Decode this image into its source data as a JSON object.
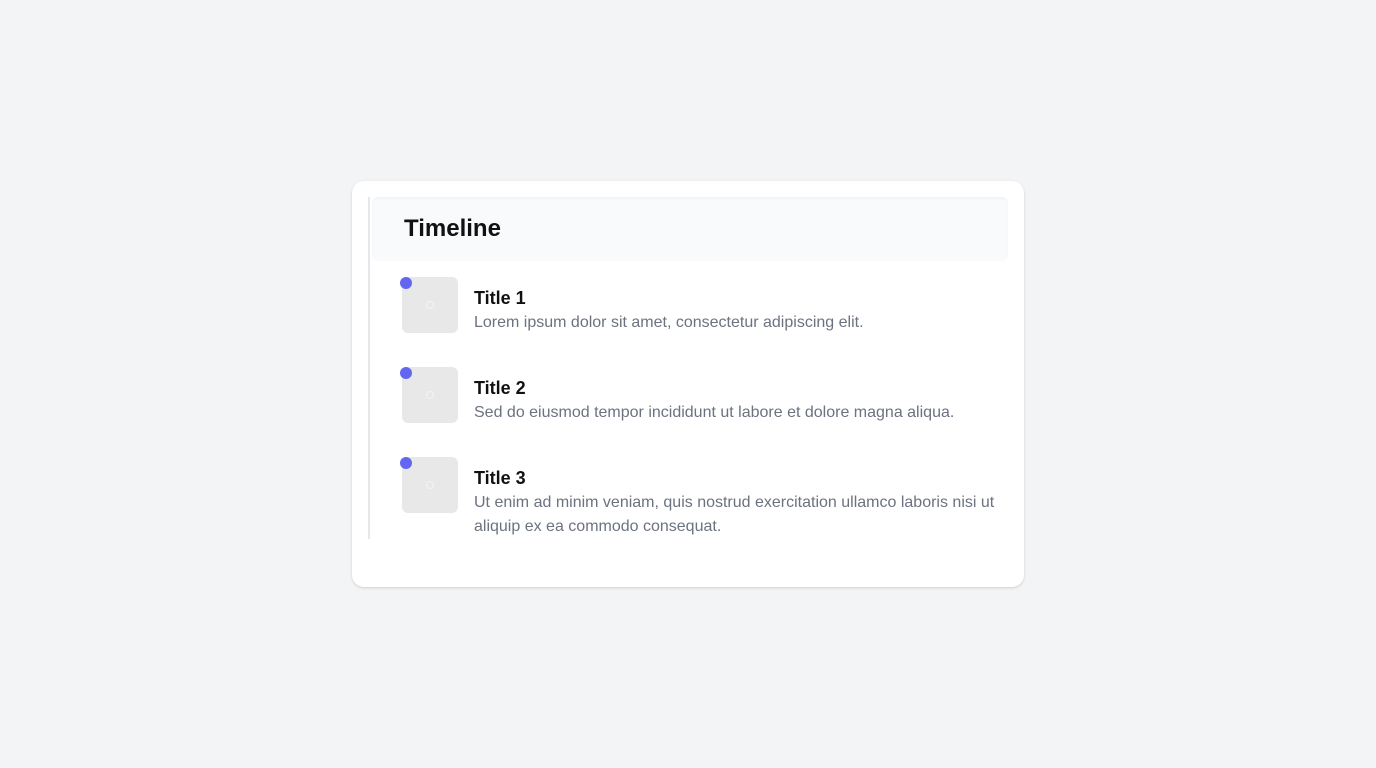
{
  "timeline": {
    "title": "Timeline",
    "accent_color": "#6366f1",
    "items": [
      {
        "title": "Title 1",
        "description": "Lorem ipsum dolor sit amet, consectetur adipiscing elit.",
        "image_icon": "image-placeholder-icon"
      },
      {
        "title": "Title 2",
        "description": "Sed do eiusmod tempor incididunt ut labore et dolore magna aliqua.",
        "image_icon": "image-placeholder-icon"
      },
      {
        "title": "Title 3",
        "description": "Ut enim ad minim veniam, quis nostrud exercitation ullamco laboris nisi ut aliquip ex ea commodo consequat.",
        "image_icon": "image-placeholder-icon"
      }
    ]
  }
}
